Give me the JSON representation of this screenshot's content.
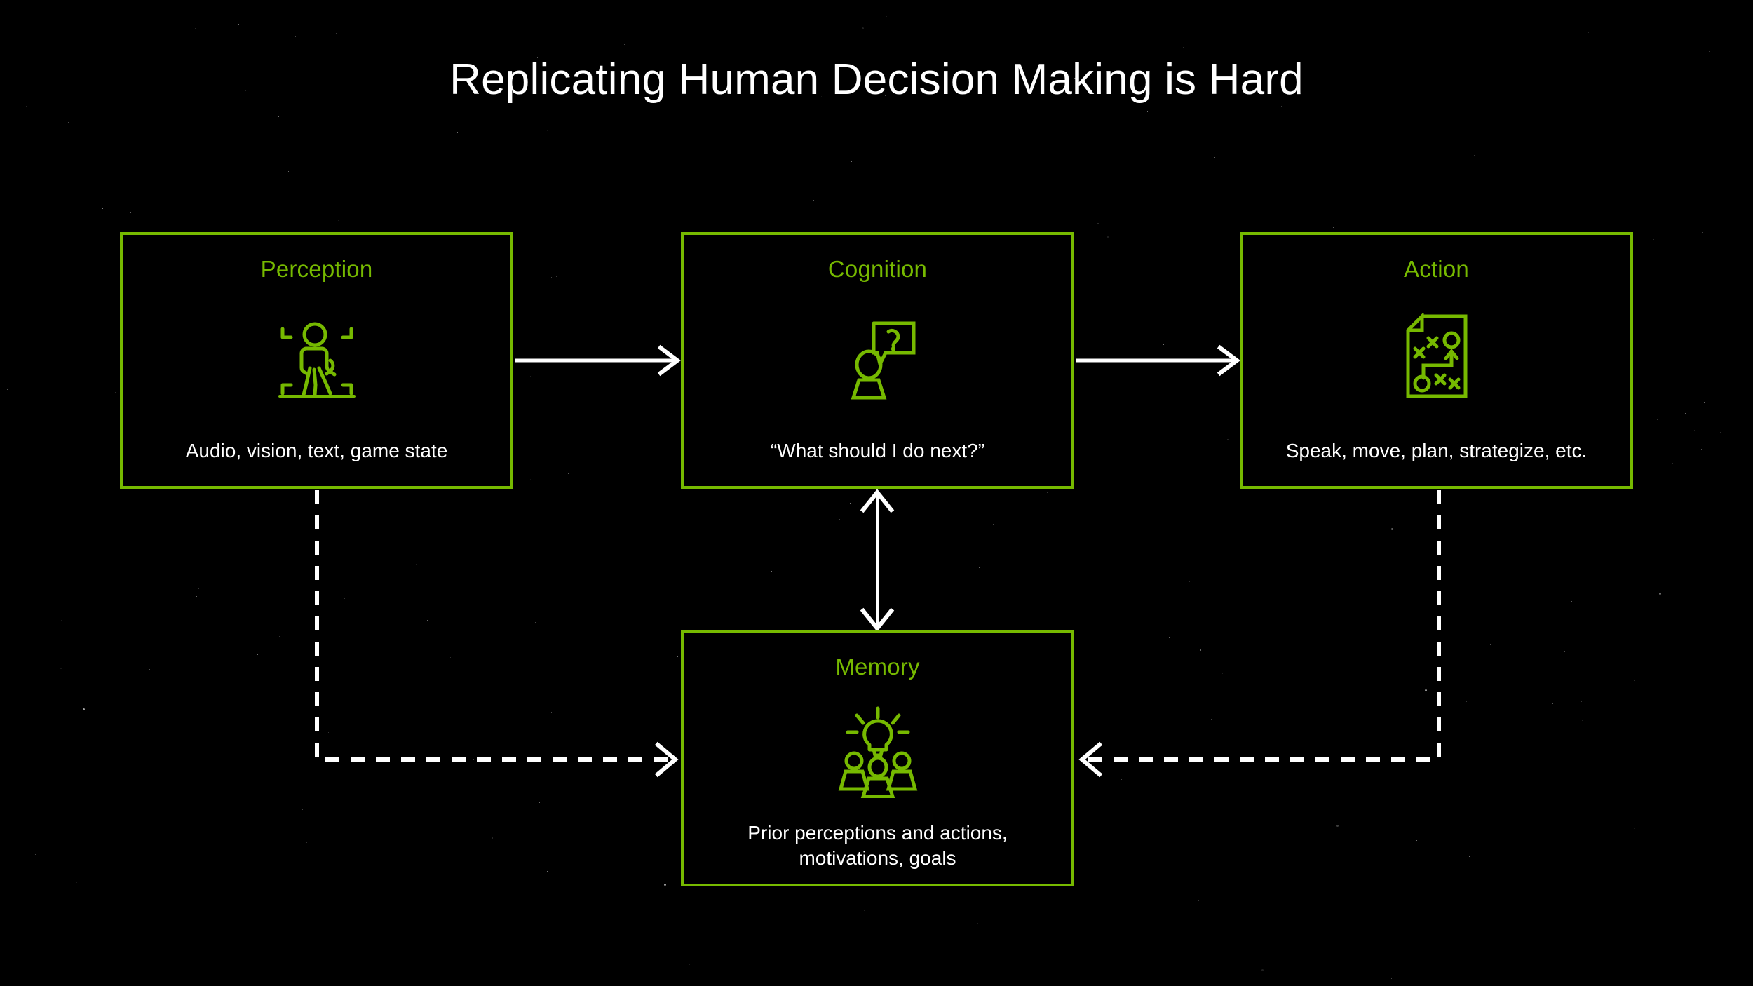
{
  "slide": {
    "title": "Replicating Human Decision Making is Hard",
    "background_color": "#000000",
    "accent_color": "#76b900",
    "text_color": "#ffffff"
  },
  "nodes": [
    {
      "id": "perception",
      "title": "Perception",
      "caption": "Audio, vision, text, game state",
      "icon": "person-in-viewfinder-icon"
    },
    {
      "id": "cognition",
      "title": "Cognition",
      "caption": "“What should I do next?”",
      "icon": "person-question-speech-bubble-icon"
    },
    {
      "id": "action",
      "title": "Action",
      "caption": "Speak, move, plan, strategize, etc.",
      "icon": "strategy-playbook-document-icon"
    },
    {
      "id": "memory",
      "title": "Memory",
      "caption_line1": "Prior perceptions and actions,",
      "caption_line2": "motivations, goals",
      "icon": "lightbulb-people-idea-icon"
    }
  ],
  "connectors": [
    {
      "id": "perception-to-cognition",
      "from": "perception",
      "to": "cognition",
      "style": "solid",
      "direction": "forward"
    },
    {
      "id": "cognition-to-action",
      "from": "cognition",
      "to": "action",
      "style": "solid",
      "direction": "forward"
    },
    {
      "id": "cognition-memory",
      "from": "cognition",
      "to": "memory",
      "style": "solid",
      "direction": "bidirectional"
    },
    {
      "id": "perception-to-memory",
      "from": "perception",
      "to": "memory",
      "style": "dashed",
      "direction": "forward"
    },
    {
      "id": "action-to-memory",
      "from": "action",
      "to": "memory",
      "style": "dashed",
      "direction": "forward"
    }
  ]
}
